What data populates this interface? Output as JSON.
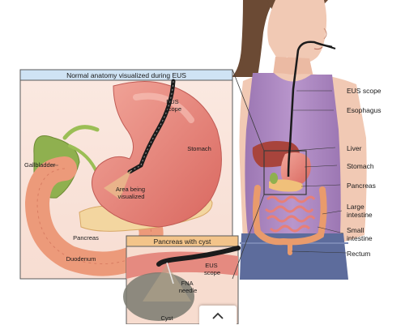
{
  "inset_main": {
    "title": "Normal anatomy visualized during EUS",
    "labels": {
      "eus_scope": [
        "EUS",
        "scope"
      ],
      "stomach": "Stomach",
      "gallbladder": "Gallbladder",
      "area": [
        "Area being",
        "visualized"
      ],
      "pancreas": "Pancreas",
      "duodenum": "Duodenum"
    }
  },
  "inset_cyst": {
    "title": "Pancreas with cyst",
    "labels": {
      "eus_scope": [
        "EUS",
        "scope"
      ],
      "fna_needle": [
        "FNA",
        "needle"
      ],
      "cyst": "Cyst"
    }
  },
  "body_labels": {
    "eus_scope": "EUS scope",
    "esophagus": "Esophagus",
    "liver": "Liver",
    "stomach": "Stomach",
    "pancreas": "Pancreas",
    "large_intestine": [
      "Large",
      "intestine"
    ],
    "small_intestine": [
      "Small",
      "intestine"
    ],
    "rectum": "Rectum"
  },
  "colors": {
    "inset_title_bg": "#cfe3f4",
    "cyst_title_bg": "#f3c48a",
    "shirt": "#b28bc5",
    "skin": "#f1c9b4",
    "hair": "#6b4a34",
    "stomach": "#e58a80",
    "intestine": "#ec9a7a",
    "gallbladder": "#8fb04f"
  },
  "icons": {
    "collapse": "chevron-up-icon"
  }
}
